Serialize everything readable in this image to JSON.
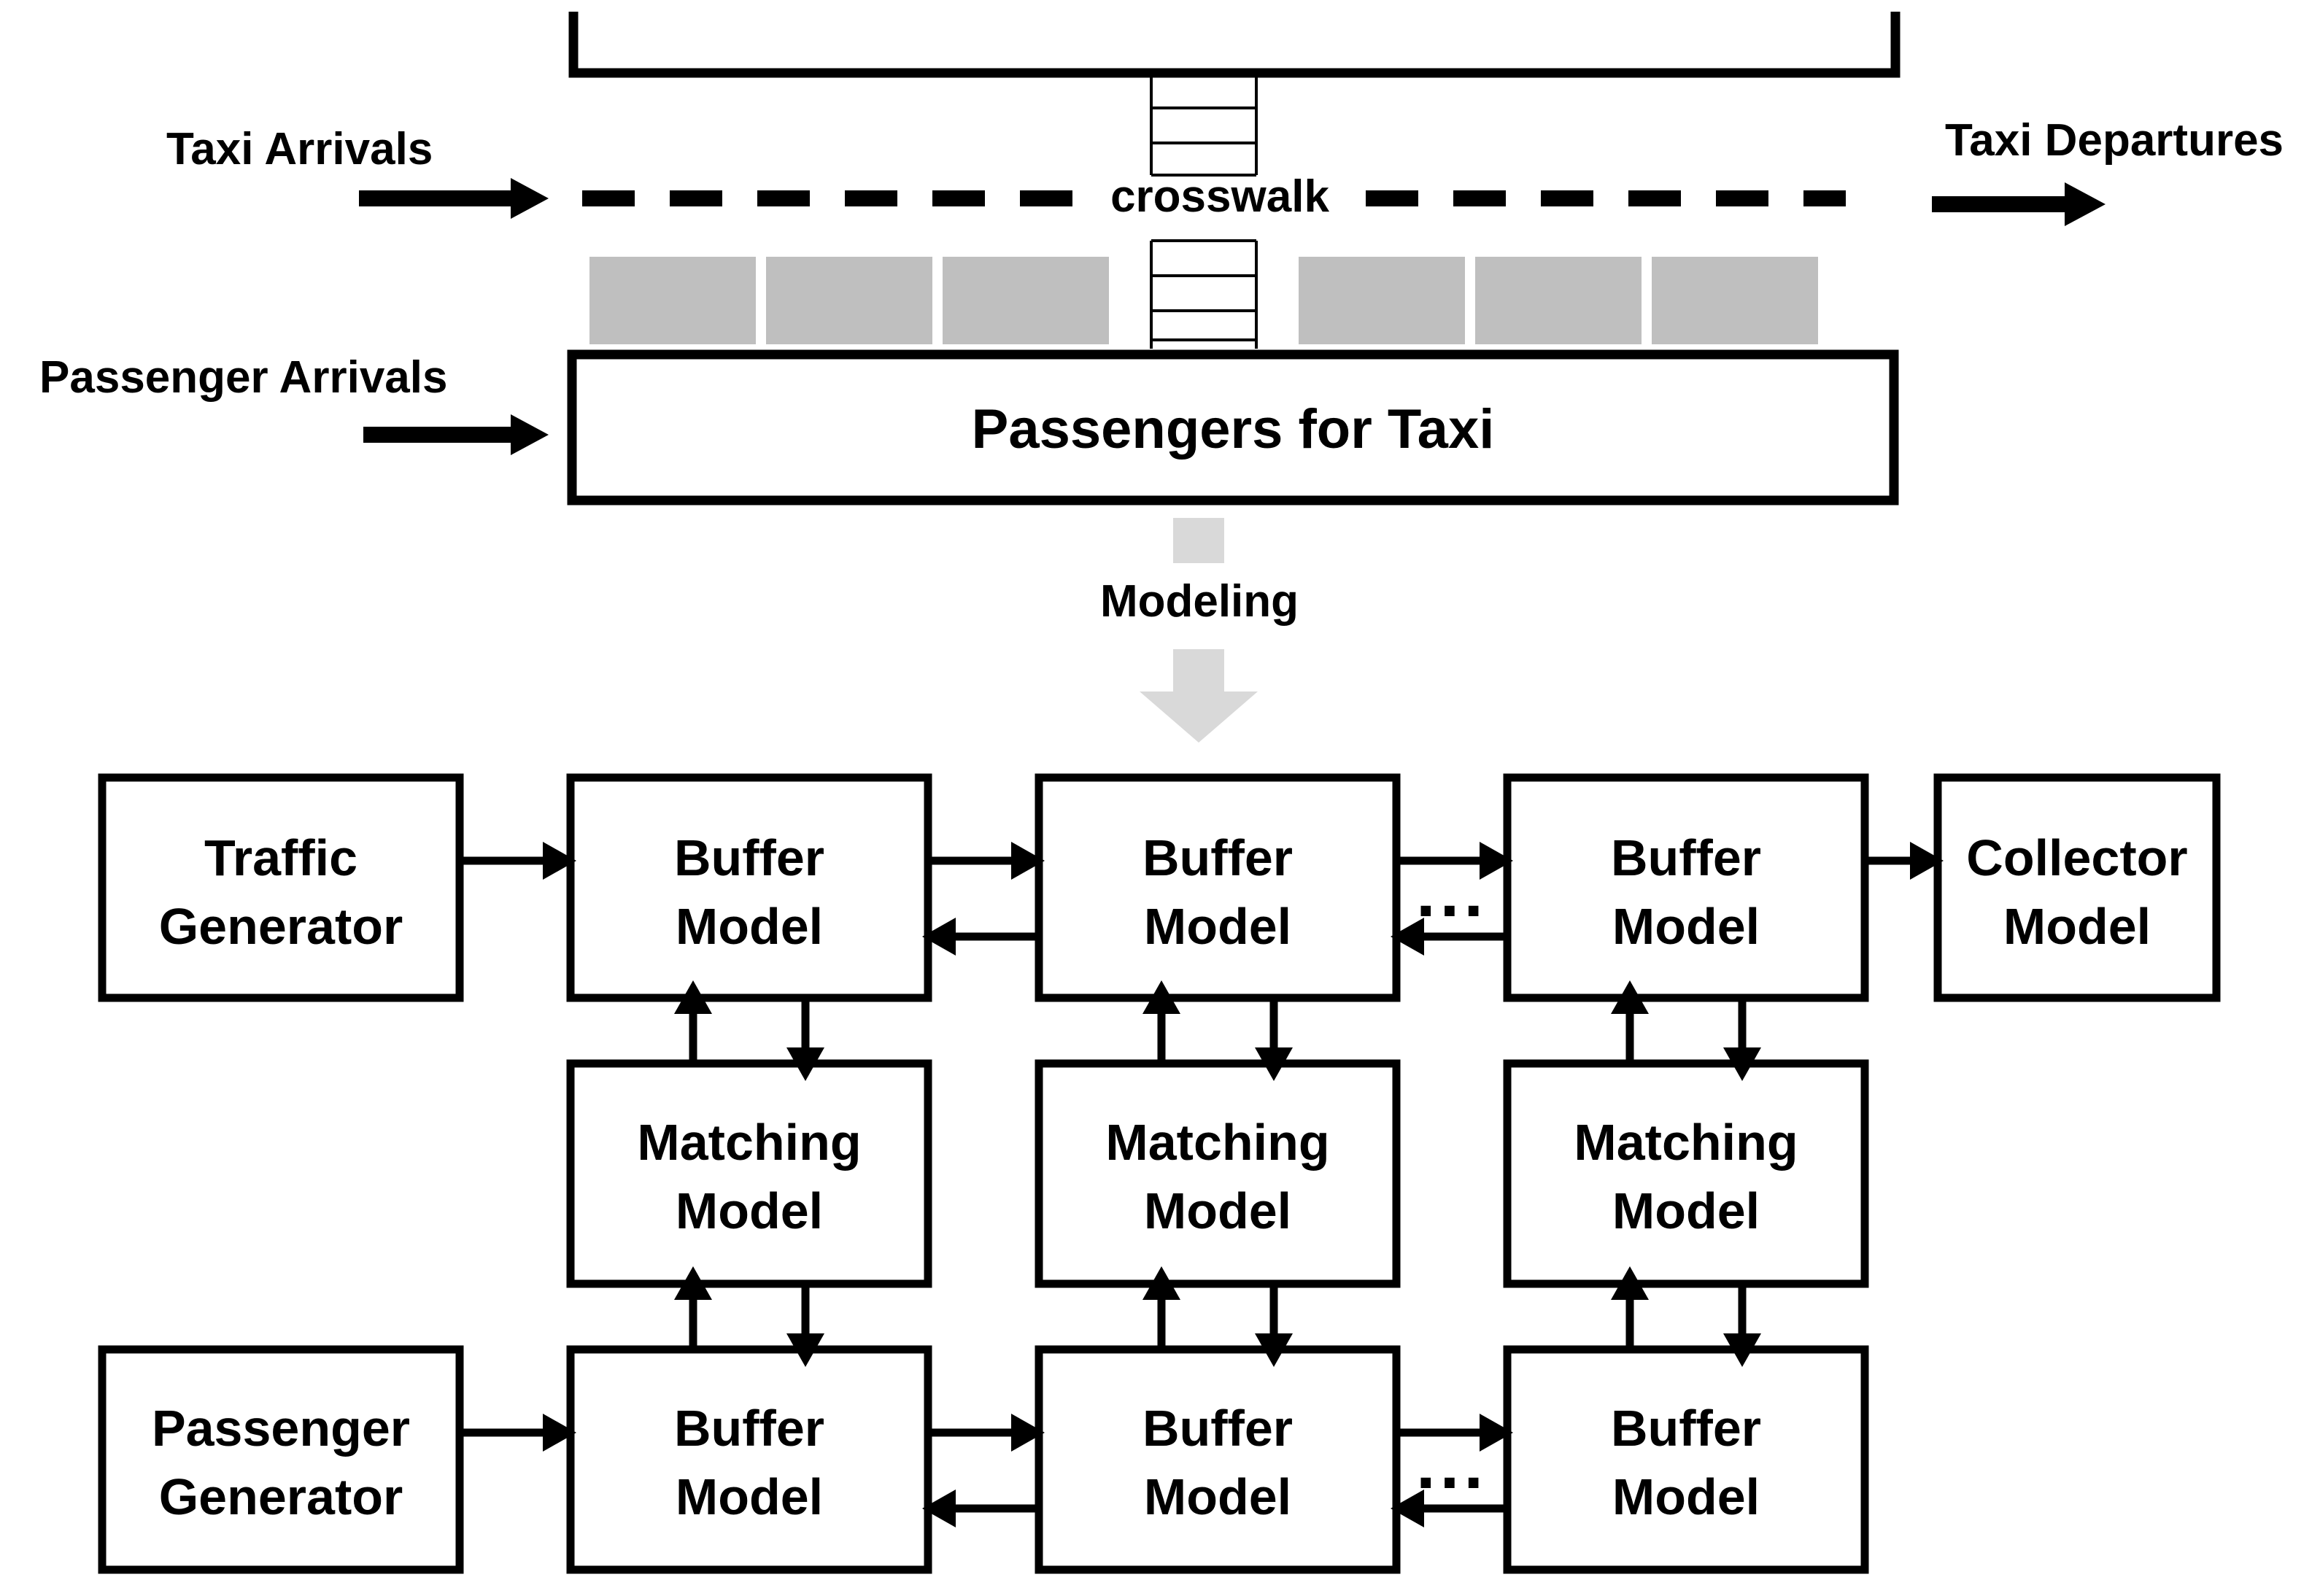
{
  "scene": {
    "title_top": "Passengers for Taxi",
    "crosswalk_label": "crosswalk",
    "modeling_label": "Modeling",
    "taxi_arrivals_label": "Taxi Arrivals",
    "taxi_departures_label": "Taxi Departures",
    "passenger_arrivals_label": "Passenger Arrivals"
  },
  "colors": {
    "stroke": "#000000",
    "taxi_fill": "#bfbfbf",
    "modeling_arrow": "#d9d9d9",
    "background": "#ffffff"
  },
  "taxi_cells": [
    {
      "id": "taxi-1"
    },
    {
      "id": "taxi-2"
    },
    {
      "id": "taxi-3"
    },
    {
      "id": "taxi-4"
    },
    {
      "id": "taxi-5"
    },
    {
      "id": "taxi-6"
    }
  ],
  "model": {
    "ellipsis": "...",
    "top_row": [
      {
        "line1": "Traffic",
        "line2": "Generator"
      },
      {
        "line1": "Buffer",
        "line2": "Model"
      },
      {
        "line1": "Buffer",
        "line2": "Model"
      },
      {
        "line1": "Buffer",
        "line2": "Model"
      },
      {
        "line1": "Collector",
        "line2": "Model"
      }
    ],
    "middle_row": [
      {
        "line1": "Matching",
        "line2": "Model"
      },
      {
        "line1": "Matching",
        "line2": "Model"
      },
      {
        "line1": "Matching",
        "line2": "Model"
      }
    ],
    "bottom_row": [
      {
        "line1": "Passenger",
        "line2": "Generator"
      },
      {
        "line1": "Buffer",
        "line2": "Model"
      },
      {
        "line1": "Buffer",
        "line2": "Model"
      },
      {
        "line1": "Buffer",
        "line2": "Model"
      }
    ]
  }
}
